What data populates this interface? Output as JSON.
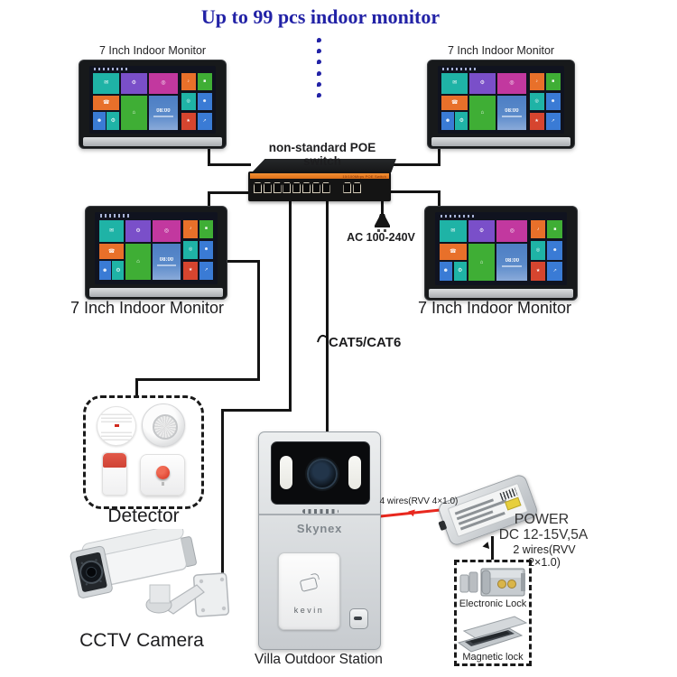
{
  "title": {
    "text": "Up to 99 pcs indoor monitor",
    "color": "#2222a6"
  },
  "monitors": {
    "label": "7 Inch Indoor Monitor",
    "count_shown": 4,
    "clock_time": "08:00",
    "icons": {
      "mail": "✉",
      "settings": "⚙",
      "camera": "◎",
      "intercom": "☎",
      "door": "⌂",
      "person": "☻",
      "gear": "⚙",
      "bell": "♪",
      "calendar": "■",
      "monitor_eye": "◎",
      "user": "☻",
      "alarm": "★",
      "transfer": "↗"
    },
    "tile_colors": {
      "teal": "#1fb3a6",
      "purple": "#7a4fc9",
      "magenta": "#c2389f",
      "orange": "#e8702a",
      "green": "#3fae35",
      "clock_blue": "#4d7ec4",
      "blue": "#3a7bd5",
      "red": "#d6452f"
    }
  },
  "poe_switch": {
    "label": "non-standard POE switch",
    "marking": "10/100Mbps POE Switch",
    "poe_ports": 8,
    "uplink_ports": 2,
    "accent": "#ef8124"
  },
  "cabling": {
    "ac_label": "AC 100-240V",
    "cable_label": "CAT5/CAT6",
    "wire4_label": "4 wires(RVV 4×1.0)",
    "wire2_label": "2 wires(RVV 2×1.0)",
    "red_wire_color": "#e8281e",
    "black_wire_color": "#141414"
  },
  "power_supply": {
    "title": "POWER",
    "spec": "DC 12-15V,5A"
  },
  "detector": {
    "label": "Detector"
  },
  "cctv": {
    "label": "CCTV Camera"
  },
  "outdoor_station": {
    "brand": "Skynex",
    "name_tag": "kevin",
    "label": "Villa Outdoor Station"
  },
  "locks": {
    "electronic": "Electronic Lock",
    "magnetic": "Magnetic lock"
  }
}
